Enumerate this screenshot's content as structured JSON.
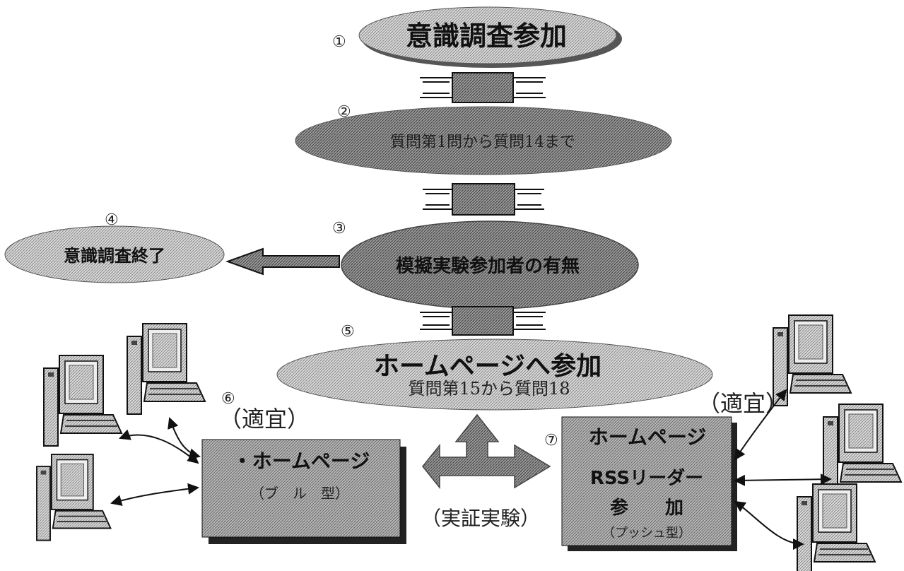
{
  "nodes": {
    "n1": {
      "num": "①",
      "label": "意識調査参加"
    },
    "n2": {
      "num": "②",
      "label": "質問第1問から質問14まで"
    },
    "n3": {
      "num": "③",
      "label": "模擬実験参加者の有無"
    },
    "n4": {
      "num": "④",
      "label": "意識調査終了"
    },
    "n5": {
      "num": "⑤",
      "label": "ホームページへ参加",
      "sub": "質問第15から質問18"
    },
    "n6": {
      "num": "⑥",
      "tag": "（適宜）",
      "label": "・ホームページ",
      "sub": "（ブ　ル　型）"
    },
    "n7": {
      "num": "⑦",
      "tag": "（適宜）",
      "line1": "ホームページ",
      "line2": "RSSリーダー",
      "line3": "参　　加",
      "sub": "（プッシュ型）"
    }
  },
  "center_label": "（実証実験）",
  "colors": {
    "ellipse_light": "#cfcfcf",
    "ellipse_dark": "#8e8e8e",
    "box": "#a8a8a8",
    "arrow": "#7a7a7a",
    "line": "#111111"
  }
}
